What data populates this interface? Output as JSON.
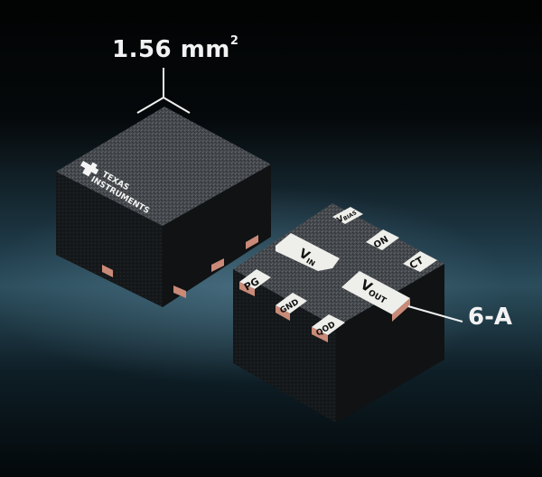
{
  "annotation": {
    "area_label": "1.56 mm",
    "area_superscript": "2",
    "current_label": "6-A"
  },
  "chip_top": {
    "logo_line1": "TEXAS",
    "logo_line2": "INSTRUMENTS"
  },
  "chip_bottom": {
    "pins": [
      {
        "name": "VBIAS",
        "main": "V",
        "sub": "BIAS"
      },
      {
        "name": "VIN",
        "main": "V",
        "sub": "IN"
      },
      {
        "name": "ON",
        "main": "ON",
        "sub": ""
      },
      {
        "name": "CT",
        "main": "CT",
        "sub": ""
      },
      {
        "name": "PG",
        "main": "PG",
        "sub": ""
      },
      {
        "name": "GND",
        "main": "GND",
        "sub": ""
      },
      {
        "name": "VOUT",
        "main": "V",
        "sub": "OUT"
      },
      {
        "name": "QOD",
        "main": "QOD",
        "sub": ""
      }
    ]
  },
  "colors": {
    "chip_body": "#1a1d20",
    "chip_top_face": "#4a4e52",
    "pad_white": "#eeeeea",
    "pad_copper": "#c98a78",
    "background_accent": "#2b4d5c"
  }
}
